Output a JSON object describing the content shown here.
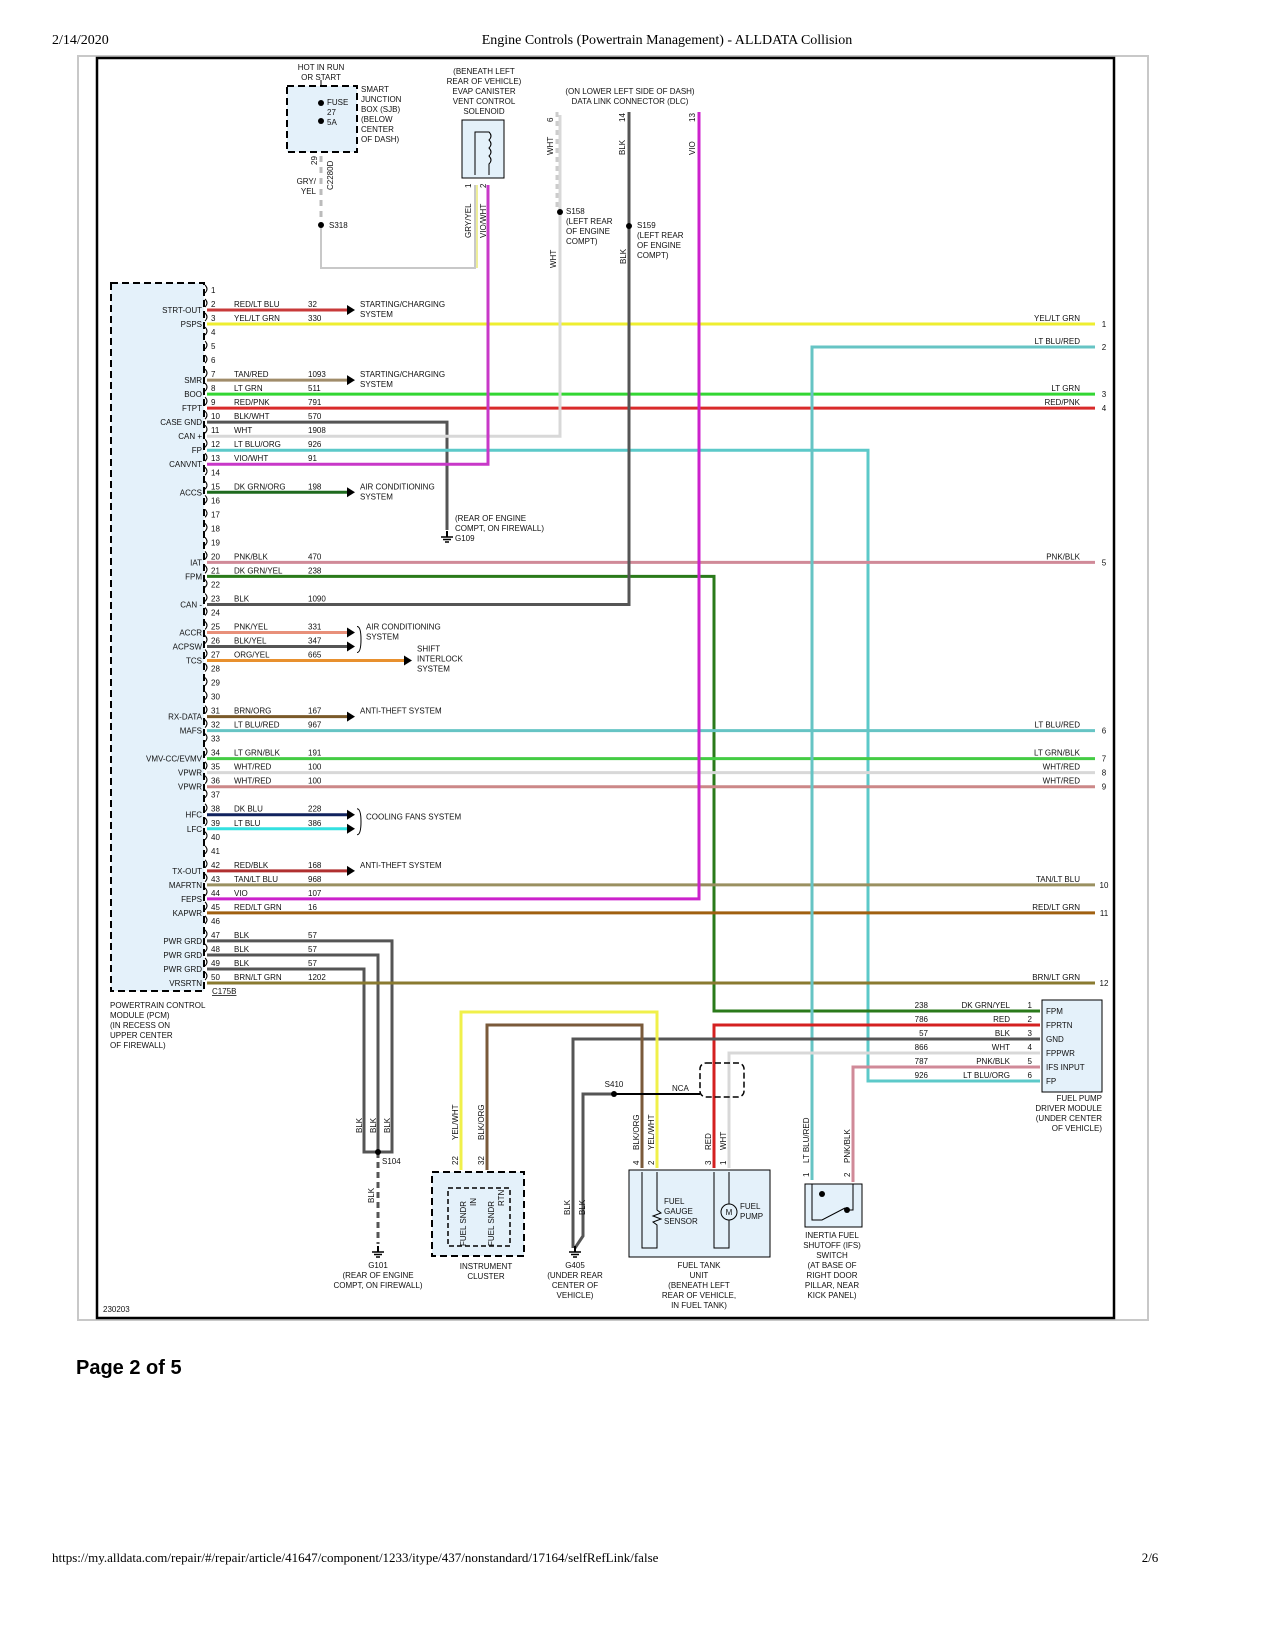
{
  "header": {
    "date": "2/14/2020",
    "title": "Engine Controls (Powertrain Management) - ALLDATA Collision"
  },
  "footer": {
    "url": "https://my.alldata.com/repair/#/repair/article/41647/component/1233/itype/437/nonstandard/17164/selfRefLink/false",
    "page_count": "2/6"
  },
  "page_label": "Page 2 of 5",
  "diagram": {
    "id": "230203",
    "pcm": {
      "lines": [
        "POWERTRAIN CONTROL",
        "MODULE (PCM)",
        "(IN RECESS ON",
        "UPPER CENTER",
        "OF FIREWALL)"
      ],
      "connector": "C175B"
    },
    "pins": [
      {
        "n": "1",
        "name": "",
        "color": "",
        "circuit": "",
        "hex": ""
      },
      {
        "n": "2",
        "name": "STRT-OUT",
        "color": "RED/LT BLU",
        "circuit": "32",
        "hex": "#c83a3a"
      },
      {
        "n": "3",
        "name": "PSPS",
        "color": "YEL/LT GRN",
        "circuit": "330",
        "hex": "#eeee30"
      },
      {
        "n": "4",
        "name": "",
        "color": "",
        "circuit": "",
        "hex": ""
      },
      {
        "n": "5",
        "name": "",
        "color": "",
        "circuit": "",
        "hex": ""
      },
      {
        "n": "6",
        "name": "",
        "color": "",
        "circuit": "",
        "hex": ""
      },
      {
        "n": "7",
        "name": "SMR",
        "color": "TAN/RED",
        "circuit": "1093",
        "hex": "#a08c6a"
      },
      {
        "n": "8",
        "name": "BOO",
        "color": "LT GRN",
        "circuit": "511",
        "hex": "#33d633"
      },
      {
        "n": "9",
        "name": "FTPT",
        "color": "RED/PNK",
        "circuit": "791",
        "hex": "#d92a2a"
      },
      {
        "n": "10",
        "name": "CASE GND",
        "color": "BLK/WHT",
        "circuit": "570",
        "hex": "#555555"
      },
      {
        "n": "11",
        "name": "CAN +",
        "color": "WHT",
        "circuit": "1908",
        "hex": "#d8d8d8"
      },
      {
        "n": "12",
        "name": "FP",
        "color": "LT BLU/ORG",
        "circuit": "926",
        "hex": "#5cc9c9"
      },
      {
        "n": "13",
        "name": "CANVNT",
        "color": "VIO/WHT",
        "circuit": "91",
        "hex": "#c838c8"
      },
      {
        "n": "14",
        "name": "",
        "color": "",
        "circuit": "",
        "hex": ""
      },
      {
        "n": "15",
        "name": "ACCS",
        "color": "DK GRN/ORG",
        "circuit": "198",
        "hex": "#1e6a1e"
      },
      {
        "n": "16",
        "name": "",
        "color": "",
        "circuit": "",
        "hex": ""
      },
      {
        "n": "17",
        "name": "",
        "color": "",
        "circuit": "",
        "hex": ""
      },
      {
        "n": "18",
        "name": "",
        "color": "",
        "circuit": "",
        "hex": ""
      },
      {
        "n": "19",
        "name": "",
        "color": "",
        "circuit": "",
        "hex": ""
      },
      {
        "n": "20",
        "name": "IAT",
        "color": "PNK/BLK",
        "circuit": "470",
        "hex": "#d08a98"
      },
      {
        "n": "21",
        "name": "FPM",
        "color": "DK GRN/YEL",
        "circuit": "238",
        "hex": "#2a7a1a"
      },
      {
        "n": "22",
        "name": "",
        "color": "",
        "circuit": "",
        "hex": ""
      },
      {
        "n": "23",
        "name": "CAN -",
        "color": "BLK",
        "circuit": "1090",
        "hex": "#555555"
      },
      {
        "n": "24",
        "name": "",
        "color": "",
        "circuit": "",
        "hex": ""
      },
      {
        "n": "25",
        "name": "ACCR",
        "color": "PNK/YEL",
        "circuit": "331",
        "hex": "#e8907a"
      },
      {
        "n": "26",
        "name": "ACPSW",
        "color": "BLK/YEL",
        "circuit": "347",
        "hex": "#555555"
      },
      {
        "n": "27",
        "name": "TCS",
        "color": "ORG/YEL",
        "circuit": "665",
        "hex": "#e8902e"
      },
      {
        "n": "28",
        "name": "",
        "color": "",
        "circuit": "",
        "hex": ""
      },
      {
        "n": "29",
        "name": "",
        "color": "",
        "circuit": "",
        "hex": ""
      },
      {
        "n": "30",
        "name": "",
        "color": "",
        "circuit": "",
        "hex": ""
      },
      {
        "n": "31",
        "name": "RX-DATA",
        "color": "BRN/ORG",
        "circuit": "167",
        "hex": "#7a5a2a"
      },
      {
        "n": "32",
        "name": "MAFS",
        "color": "LT BLU/RED",
        "circuit": "967",
        "hex": "#66c4c4"
      },
      {
        "n": "33",
        "name": "",
        "color": "",
        "circuit": "",
        "hex": ""
      },
      {
        "n": "34",
        "name": "VMV-CC/EVMV",
        "color": "LT GRN/BLK",
        "circuit": "191",
        "hex": "#44cc44"
      },
      {
        "n": "35",
        "name": "VPWR",
        "color": "WHT/RED",
        "circuit": "100",
        "hex": "#d8d8d8"
      },
      {
        "n": "36",
        "name": "VPWR",
        "color": "WHT/RED",
        "circuit": "100",
        "hex": "#cc8888"
      },
      {
        "n": "37",
        "name": "",
        "color": "",
        "circuit": "",
        "hex": ""
      },
      {
        "n": "38",
        "name": "HFC",
        "color": "DK BLU",
        "circuit": "228",
        "hex": "#10225e"
      },
      {
        "n": "39",
        "name": "LFC",
        "color": "LT BLU",
        "circuit": "386",
        "hex": "#33e0e0"
      },
      {
        "n": "40",
        "name": "",
        "color": "",
        "circuit": "",
        "hex": ""
      },
      {
        "n": "41",
        "name": "",
        "color": "",
        "circuit": "",
        "hex": ""
      },
      {
        "n": "42",
        "name": "TX-OUT",
        "color": "RED/BLK",
        "circuit": "168",
        "hex": "#b03030"
      },
      {
        "n": "43",
        "name": "MAFRTN",
        "color": "TAN/LT BLU",
        "circuit": "968",
        "hex": "#9a9060"
      },
      {
        "n": "44",
        "name": "FEPS",
        "color": "VIO",
        "circuit": "107",
        "hex": "#cc22cc"
      },
      {
        "n": "45",
        "name": "KAPWR",
        "color": "RED/LT GRN",
        "circuit": "16",
        "hex": "#a06010"
      },
      {
        "n": "46",
        "name": "",
        "color": "",
        "circuit": "",
        "hex": ""
      },
      {
        "n": "47",
        "name": "PWR GRD",
        "color": "BLK",
        "circuit": "57",
        "hex": "#555555"
      },
      {
        "n": "48",
        "name": "PWR GRD",
        "color": "BLK",
        "circuit": "57",
        "hex": "#555555"
      },
      {
        "n": "49",
        "name": "PWR GRD",
        "color": "BLK",
        "circuit": "57",
        "hex": "#555555"
      },
      {
        "n": "50",
        "name": "VRSRTN",
        "color": "BRN/LT GRN",
        "circuit": "1202",
        "hex": "#8a7a30"
      }
    ],
    "systems": [
      {
        "pin": "2",
        "lines": [
          "STARTING/CHARGING",
          "SYSTEM"
        ]
      },
      {
        "pin": "7",
        "lines": [
          "STARTING/CHARGING",
          "SYSTEM"
        ]
      },
      {
        "pin": "15",
        "lines": [
          "AIR CONDITIONING",
          "SYSTEM"
        ]
      },
      {
        "pin": "25",
        "lines": [
          "AIR CONDITIONING",
          "SYSTEM"
        ]
      },
      {
        "pin": "27",
        "lines": [
          "SHIFT",
          "INTERLOCK",
          "SYSTEM"
        ]
      },
      {
        "pin": "31",
        "lines": [
          "ANTI-THEFT SYSTEM"
        ]
      },
      {
        "pin": "38",
        "lines": [
          "COOLING FANS SYSTEM"
        ]
      },
      {
        "pin": "42",
        "lines": [
          "ANTI-THEFT SYSTEM"
        ]
      }
    ],
    "edge_connections": [
      {
        "num": "1",
        "label": "YEL/LT GRN"
      },
      {
        "num": "2",
        "label": "LT BLU/RED"
      },
      {
        "num": "3",
        "label": "LT GRN"
      },
      {
        "num": "4",
        "label": "RED/PNK"
      },
      {
        "num": "5",
        "label": "PNK/BLK"
      },
      {
        "num": "6",
        "label": "LT BLU/RED"
      },
      {
        "num": "7",
        "label": "LT GRN/BLK"
      },
      {
        "num": "8",
        "label": "WHT/RED"
      },
      {
        "num": "9",
        "label": "WHT/RED"
      },
      {
        "num": "10",
        "label": "TAN/LT BLU"
      },
      {
        "num": "11",
        "label": "RED/LT GRN"
      },
      {
        "num": "12",
        "label": "BRN/LT GRN"
      }
    ],
    "sjb": {
      "top": [
        "HOT IN RUN",
        "OR START"
      ],
      "fuse": [
        "FUSE",
        "27",
        "5A"
      ],
      "lines": [
        "SMART",
        "JUNCTION",
        "BOX (SJB)",
        "(BELOW",
        "CENTER",
        "OF DASH)"
      ],
      "pin": "29",
      "connector": "C2280D",
      "wire": [
        "GRY/",
        "YEL"
      ],
      "splice": "S318"
    },
    "solenoid": {
      "lines": [
        "(BENEATH LEFT",
        "REAR OF VEHICLE)",
        "EVAP CANISTER",
        "VENT CONTROL",
        "SOLENOID"
      ],
      "pins": [
        "1",
        "2"
      ],
      "wires": [
        "GRY/YEL",
        "VIO/WHT"
      ]
    },
    "dlc": {
      "lines": [
        "(ON LOWER LEFT SIDE OF DASH)",
        "DATA LINK CONNECTOR (DLC)"
      ],
      "pins": [
        "6",
        "14",
        "13"
      ],
      "wires": [
        "WHT",
        "BLK",
        "VIO"
      ]
    },
    "s158": {
      "lines": [
        "S158",
        "(LEFT REAR",
        "OF ENGINE",
        "COMPT)"
      ],
      "wire": "WHT"
    },
    "s159": {
      "lines": [
        "S159",
        "(LEFT REAR",
        "OF ENGINE",
        "COMPT)"
      ],
      "wire": "BLK"
    },
    "g109": {
      "lines": [
        "(REAR OF ENGINE",
        "COMPT, ON FIREWALL)",
        "G109"
      ]
    },
    "fpdm": {
      "rows": [
        {
          "circuit": "238",
          "color": "DK GRN/YEL",
          "pin": "1",
          "name": "FPM"
        },
        {
          "circuit": "786",
          "color": "RED",
          "pin": "2",
          "name": "FPRTN"
        },
        {
          "circuit": "57",
          "color": "BLK",
          "pin": "3",
          "name": "GND"
        },
        {
          "circuit": "866",
          "color": "WHT",
          "pin": "4",
          "name": "FPPWR"
        },
        {
          "circuit": "787",
          "color": "PNK/BLK",
          "pin": "5",
          "name": "IFS INPUT"
        },
        {
          "circuit": "926",
          "color": "LT BLU/ORG",
          "pin": "6",
          "name": "FP"
        }
      ],
      "lines": [
        "FUEL PUMP",
        "DRIVER MODULE",
        "(UNDER CENTER",
        "OF VEHICLE)"
      ]
    },
    "g101": {
      "wires": [
        "BLK",
        "BLK",
        "BLK"
      ],
      "splice": "S104",
      "wire": "BLK",
      "lines": [
        "G101",
        "(REAR OF ENGINE",
        "COMPT, ON FIREWALL)"
      ]
    },
    "cluster": {
      "pins": [
        "22",
        "32"
      ],
      "wires": [
        "YEL/WHT",
        "BLK/ORG"
      ],
      "inputs": [
        [
          "FUEL SNDR",
          "IN"
        ],
        [
          "FUEL SNDR",
          "RTN"
        ]
      ],
      "lines": [
        "INSTRUMENT",
        "CLUSTER"
      ]
    },
    "g405": {
      "wires": [
        "BLK",
        "BLK"
      ],
      "splice": "S410",
      "nca": "NCA",
      "lines": [
        "G405",
        "(UNDER REAR",
        "CENTER OF",
        "VEHICLE)"
      ]
    },
    "fuel_tank": {
      "pins": [
        "4",
        "2",
        "3",
        "1"
      ],
      "wires": [
        "BLK/ORG",
        "YEL/WHT",
        "RED",
        "WHT"
      ],
      "sensor": [
        "FUEL",
        "GAUGE",
        "SENSOR"
      ],
      "pump": [
        "FUEL",
        "PUMP"
      ],
      "motor": "M",
      "lines": [
        "FUEL TANK",
        "UNIT",
        "(BENEATH LEFT",
        "REAR OF VEHICLE,",
        "IN FUEL TANK)"
      ]
    },
    "ifs": {
      "pins": [
        "1",
        "2"
      ],
      "wires": [
        "LT BLU/RED",
        "PNK/BLK"
      ],
      "lines": [
        "INERTIA FUEL",
        "SHUTOFF (IFS)",
        "SWITCH",
        "(AT BASE OF",
        "RIGHT DOOR",
        "PILLAR, NEAR",
        "KICK PANEL)"
      ]
    }
  }
}
